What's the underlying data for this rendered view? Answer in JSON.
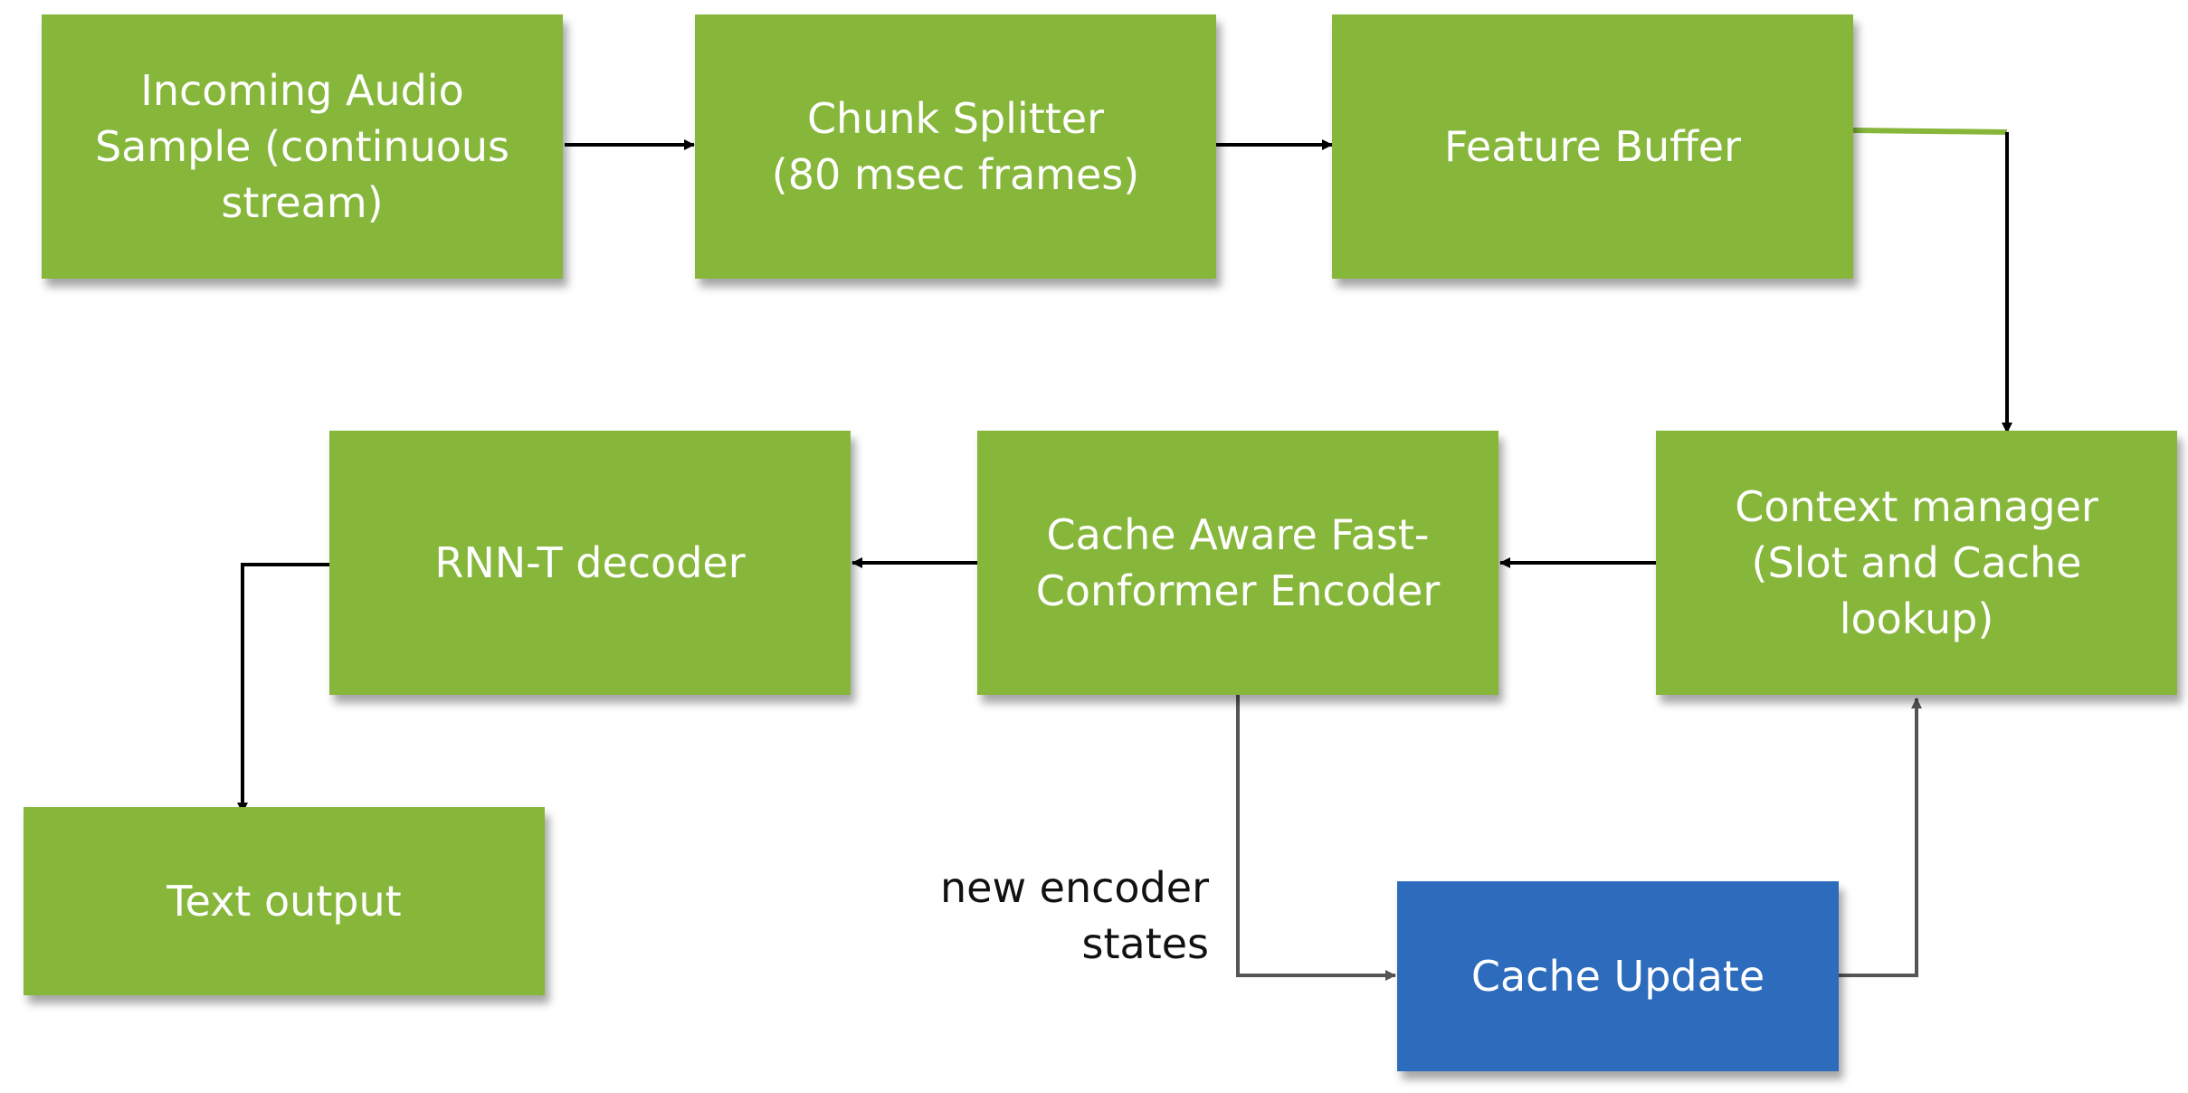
{
  "colors": {
    "green": "#86b63a",
    "blue": "#2d6bbd",
    "black_arrow": "#000000",
    "gray_arrow": "#555555"
  },
  "nodes": {
    "incoming_audio": {
      "label": "Incoming Audio\nSample (continuous\nstream)"
    },
    "chunk_splitter": {
      "label": "Chunk Splitter\n(80 msec frames)"
    },
    "feature_buffer": {
      "label": "Feature Buffer"
    },
    "context_manager": {
      "label": "Context manager\n(Slot and Cache\nlookup)"
    },
    "encoder": {
      "label": "Cache Aware Fast-\nConformer Encoder"
    },
    "rnnt_decoder": {
      "label": "RNN-T decoder"
    },
    "text_output": {
      "label": "Text output"
    },
    "cache_update": {
      "label": "Cache Update"
    }
  },
  "edge_labels": {
    "new_encoder_states": "new encoder\nstates"
  }
}
